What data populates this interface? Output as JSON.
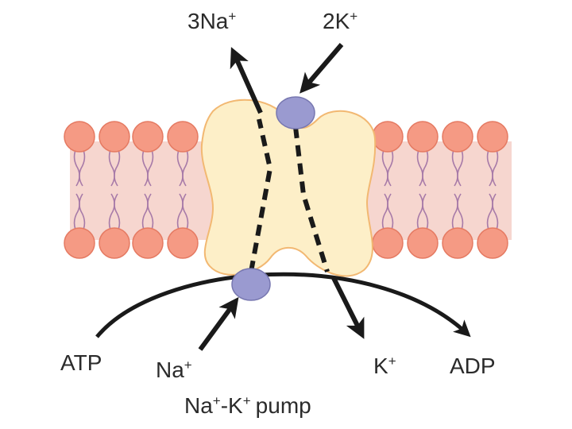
{
  "labels": {
    "top_na": "3Na",
    "top_k": "2K",
    "atp": "ATP",
    "bottom_na": "Na",
    "bottom_k": "K",
    "adp": "ADP",
    "pump_na": "Na",
    "pump_dash": "-K",
    "pump_word": "pump",
    "plus": "+"
  },
  "colors": {
    "bilayer_band": "#f6d6cf",
    "lipid_head": "#f59a84",
    "lipid_head_stroke": "#e57a62",
    "lipid_tail": "#a77aa8",
    "protein_fill": "#fdefc8",
    "protein_stroke": "#f2b872",
    "binding_site": "#9a9ad0",
    "binding_site_stroke": "#7777b0",
    "arrow": "#1a1a1a"
  }
}
